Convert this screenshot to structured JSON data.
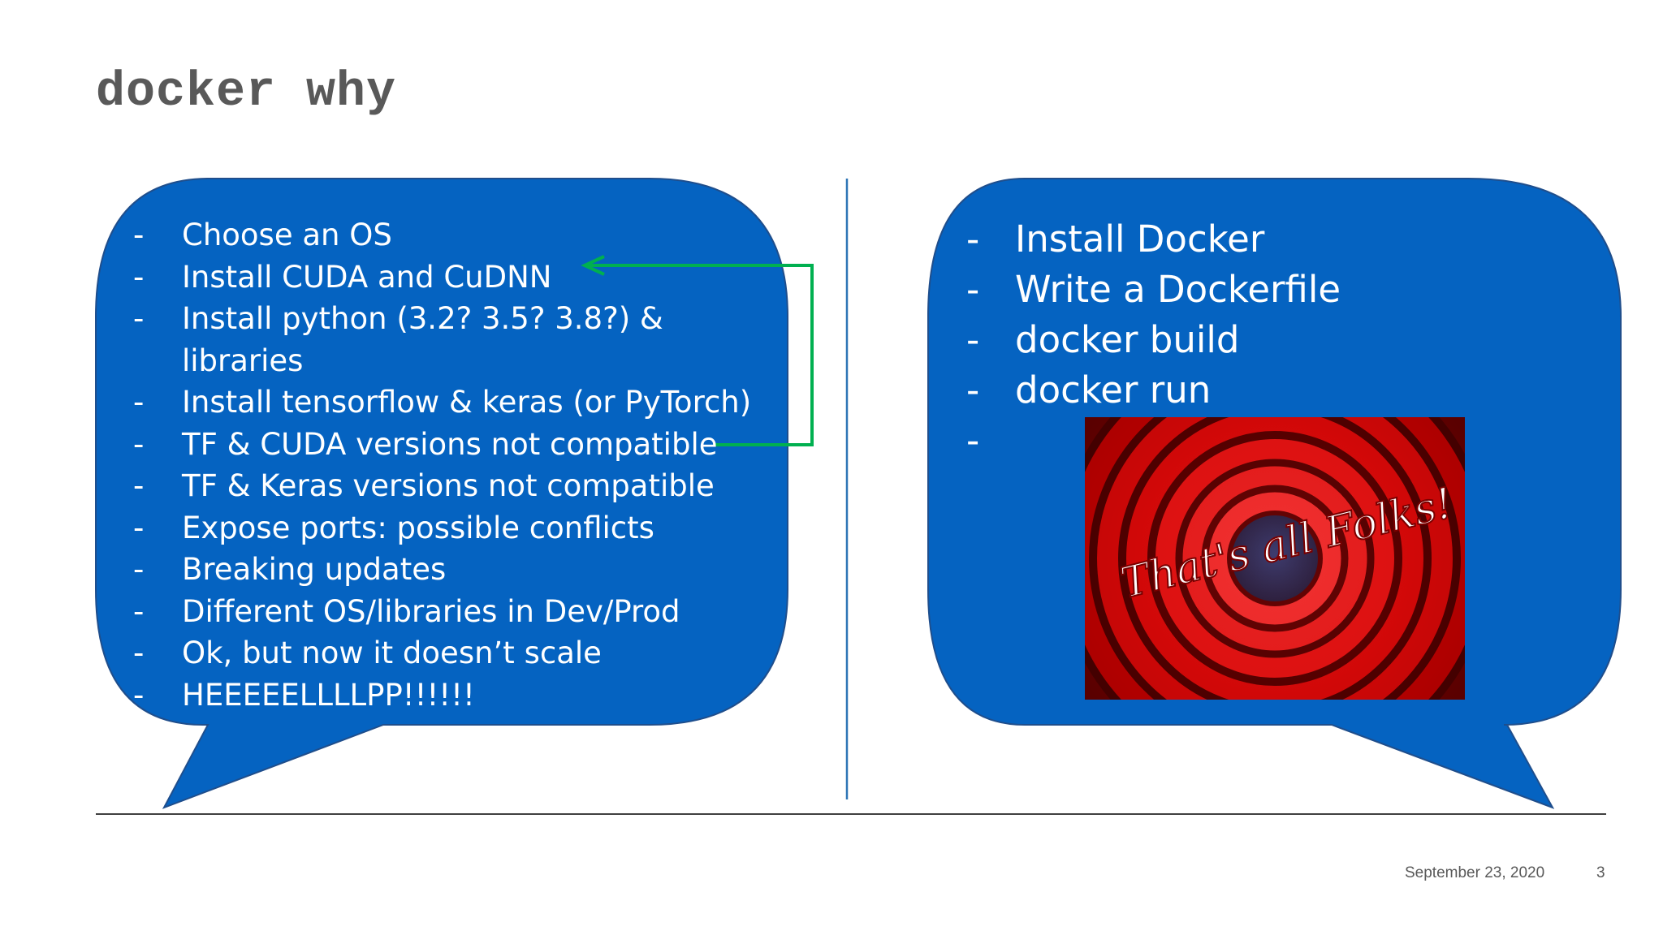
{
  "slide": {
    "title": "docker why",
    "left_bubble": {
      "items": [
        "Choose an OS",
        "Install CUDA and CuDNN",
        "Install python (3.2? 3.5? 3.8?) &",
        "libraries",
        "Install tensorflow & keras (or PyTorch)",
        "TF & CUDA versions not compatible",
        "TF & Keras versions not compatible",
        "Expose ports: possible conflicts",
        "Breaking updates",
        "Different OS/libraries in Dev/Prod",
        "Ok, but now it doesn’t scale",
        "HEEEEELLLLPP!!!!!!"
      ],
      "dash": "-"
    },
    "right_bubble": {
      "items": [
        "Install Docker",
        "Write a Dockerfile",
        "docker build",
        "docker run",
        ""
      ],
      "dash": "-"
    },
    "image": {
      "caption": "That's all Folks!"
    },
    "footer": {
      "date": "September 23, 2020",
      "page": "3"
    }
  },
  "colors": {
    "bubble_fill": "#0563c1",
    "bubble_stroke": "#1f4e8c",
    "arrow": "#00b050",
    "divider": "#2e75b6",
    "rule": "#404040",
    "title": "#595959"
  }
}
